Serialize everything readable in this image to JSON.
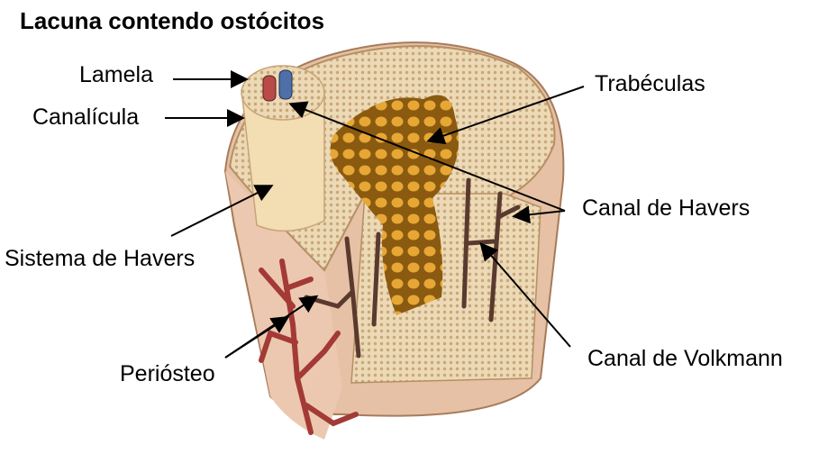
{
  "title": "Lacuna contendo ostócitos",
  "labels": {
    "lamela": "Lamela",
    "canalicula": "Canalícula",
    "sistema_havers": "Sistema de Havers",
    "periosteo": "Periósteo",
    "trabeculas": "Trabéculas",
    "canal_havers": "Canal de Havers",
    "canal_volkmann": "Canal de Volkmann"
  },
  "colors": {
    "bone_outer": "#e8c3a8",
    "bone_top": "#ead7b5",
    "trabecular": "#e0a030",
    "vessel": "#a33a35",
    "osteon": "#f2dcae"
  }
}
